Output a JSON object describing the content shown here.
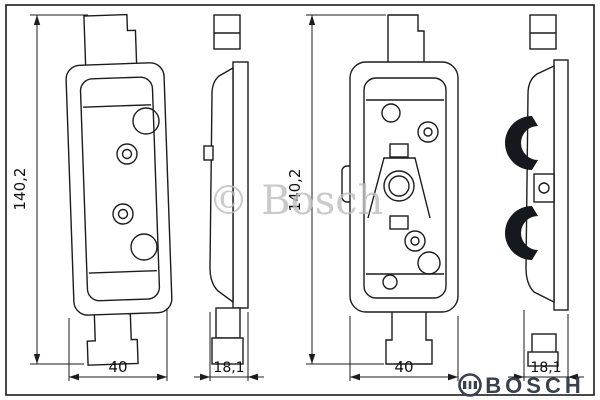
{
  "drawing": {
    "watermark": "© Bosch",
    "logo_text": "BOSCH",
    "views": [
      {
        "id": "pad1-front",
        "height_dim": "140,2",
        "width_dim": "40"
      },
      {
        "id": "pad1-side",
        "thickness_dim": "18,1"
      },
      {
        "id": "pad2-front",
        "height_dim": "140,2",
        "width_dim": "40"
      },
      {
        "id": "pad2-side",
        "thickness_dim": "18,1"
      }
    ],
    "colors": {
      "line": "#1c1c1c",
      "watermark": "#bdbdbd",
      "logo": "#39404e",
      "background": "#ffffff"
    }
  }
}
